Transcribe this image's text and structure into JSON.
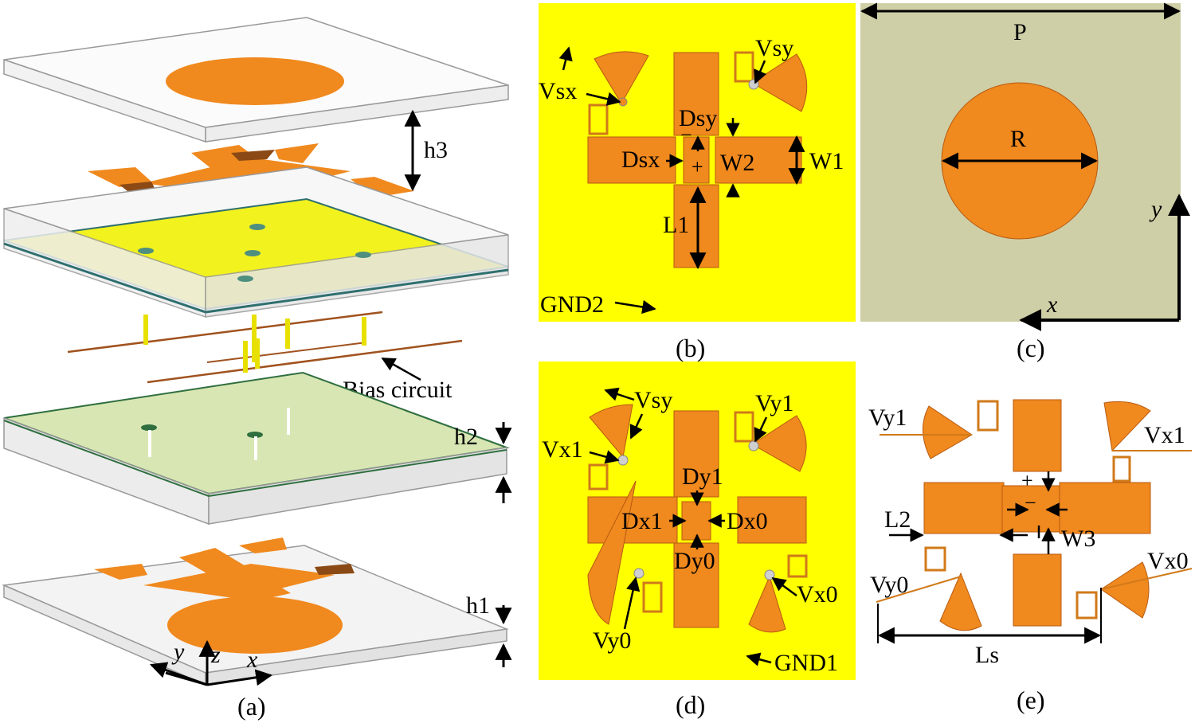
{
  "colors": {
    "copper": "#f0891e",
    "copper_stroke": "#b85a10",
    "ground_yellow": "#ffff00",
    "substrate_tan": "#cfcfa7",
    "glass_green": "#dbe8b8",
    "board_edge": "#2f6f6f",
    "bias_line": "#a0521e",
    "via_yellow": "#e8e000"
  },
  "panel_a": {
    "caption": "(a)",
    "h3": "h3",
    "h2": "h2",
    "h1": "h1",
    "bias_circuit": "Bias circuit",
    "axis_x": "x",
    "axis_y": "y",
    "axis_z": "z"
  },
  "panel_b": {
    "caption": "(b)",
    "vsx": "Vsx",
    "vsy": "Vsy",
    "dsy": "Dsy",
    "dsx": "Dsx",
    "w2": "W2",
    "w1": "W1",
    "l1": "L1",
    "gnd2": "GND2",
    "minus": "−",
    "plus": "+"
  },
  "panel_c": {
    "caption": "(c)",
    "p": "P",
    "r": "R",
    "axis_y": "y",
    "axis_x": "x"
  },
  "panel_d": {
    "caption": "(d)",
    "vsy": "Vsy",
    "vy1": "Vy1",
    "vx1": "Vx1",
    "dy1": "Dy1",
    "dx1": "Dx1",
    "dx0": "Dx0",
    "dy0": "Dy0",
    "vy0": "Vy0",
    "vx0": "Vx0",
    "gnd1": "GND1"
  },
  "panel_e": {
    "caption": "(e)",
    "vy1": "Vy1",
    "vx1": "Vx1",
    "l2": "L2",
    "w3": "W3",
    "vy0": "Vy0",
    "vx0": "Vx0",
    "ls": "Ls",
    "plus": "+",
    "minus": "−"
  }
}
